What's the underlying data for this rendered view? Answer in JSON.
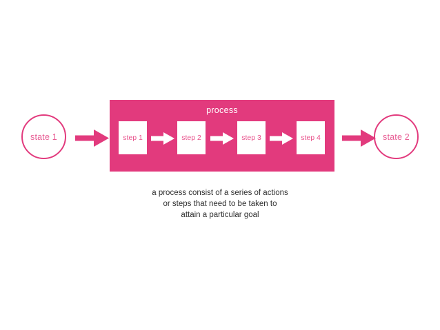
{
  "diagram": {
    "type": "process-flow",
    "title": "process",
    "colors": {
      "accent_pink": "#e23a7d",
      "circle_text": "#e85d94",
      "step_text": "#e8538c",
      "box_fill": "#ffffff",
      "caption_text": "#2f2f2f",
      "background": "#ffffff"
    },
    "start_state": {
      "label": "state 1"
    },
    "end_state": {
      "label": "state 2"
    },
    "process": {
      "label": "process",
      "steps": [
        {
          "label": "step 1"
        },
        {
          "label": "step 2"
        },
        {
          "label": "step 3"
        },
        {
          "label": "step 4"
        }
      ],
      "inner_connectors": [
        {
          "icon": "arrow-right-icon"
        },
        {
          "icon": "arrow-right-icon"
        },
        {
          "icon": "arrow-right-icon"
        }
      ]
    },
    "connectors": {
      "entry": {
        "icon": "arrow-right-icon",
        "from": "state 1",
        "to": "process"
      },
      "exit": {
        "icon": "arrow-right-icon",
        "from": "process",
        "to": "state 2"
      }
    },
    "caption": {
      "line_1": "a process consist of a series of actions",
      "line_2": "or steps that need to be taken to",
      "line_3": "attain a particular goal"
    }
  }
}
